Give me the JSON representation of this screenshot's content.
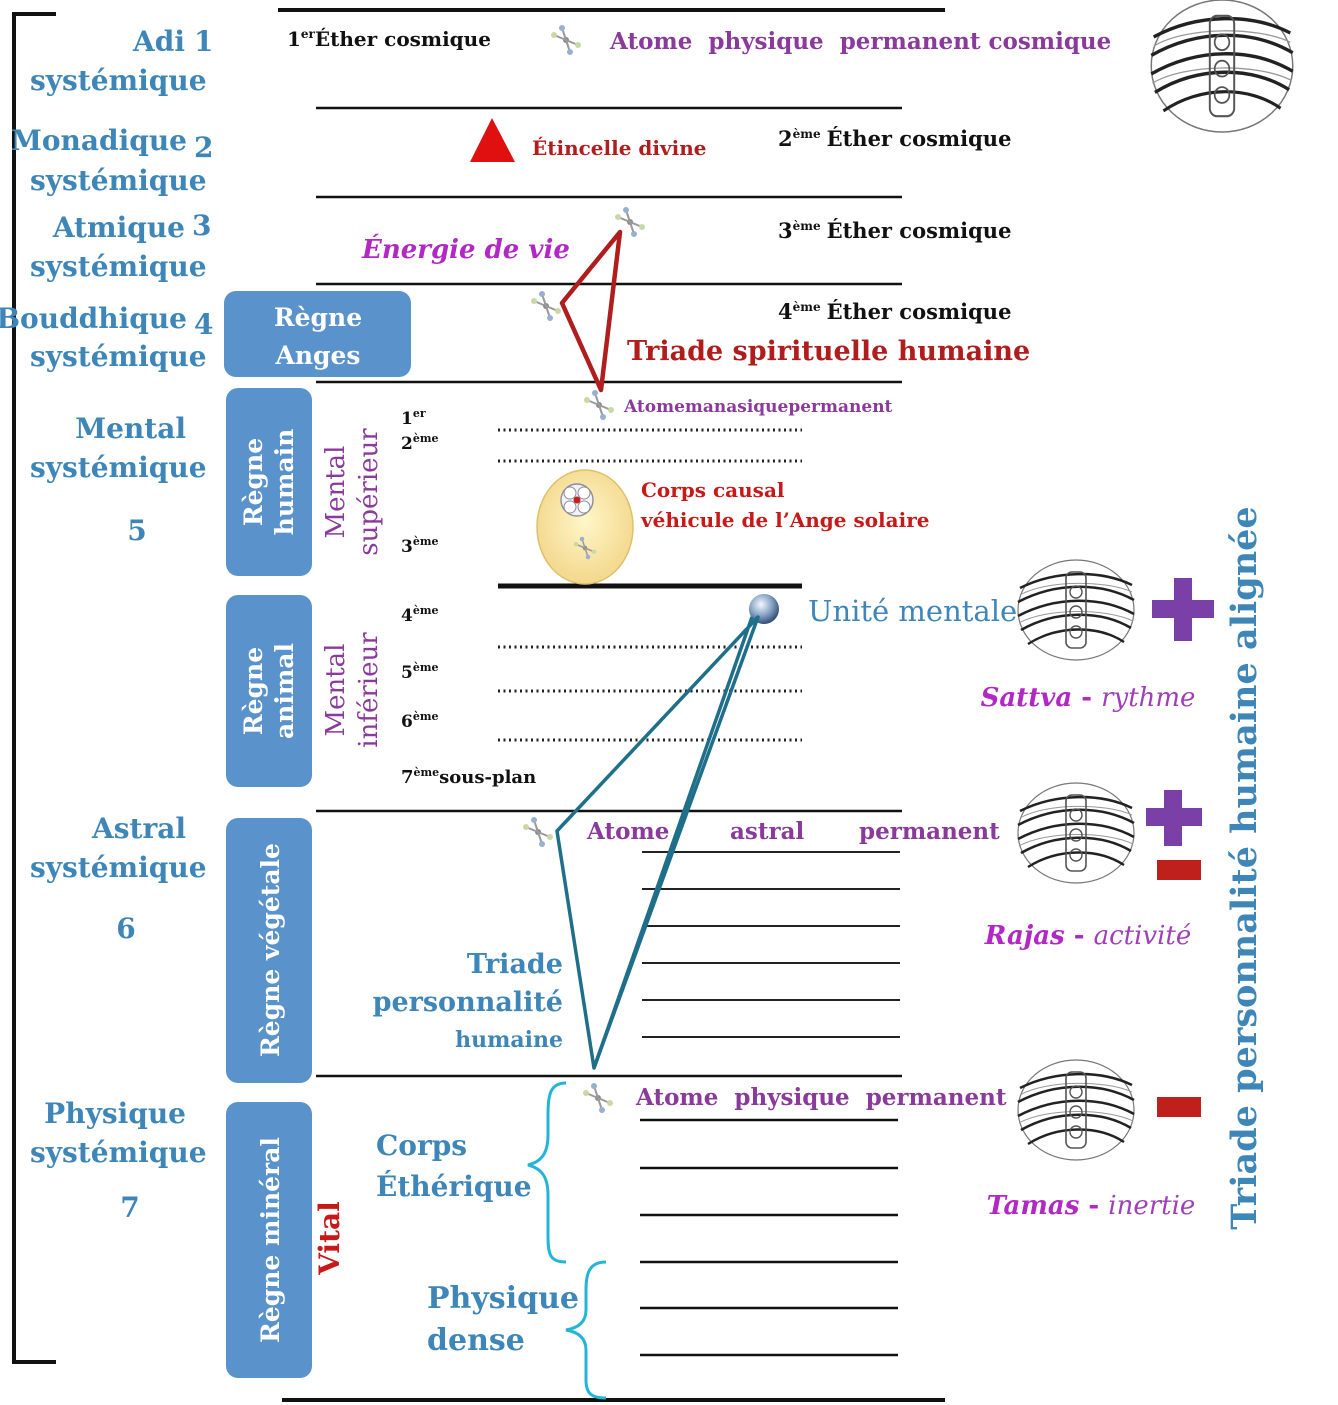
{
  "planes": [
    {
      "name": "Adi",
      "number": "1",
      "word": "systémique"
    },
    {
      "name": "Monadique",
      "number": "2",
      "word": "systémique"
    },
    {
      "name": "Atmique",
      "number": "3",
      "word": "systémique"
    },
    {
      "name": "Bouddhique",
      "number": "4",
      "word": "systémique"
    },
    {
      "name": "Mental",
      "word": "systémique",
      "number": "5"
    },
    {
      "name": "Astral",
      "word": "systémique",
      "number": "6"
    },
    {
      "name": "Physique",
      "word": "systémique",
      "number": "7"
    }
  ],
  "kingdoms": {
    "anges": [
      "Règne",
      "Anges"
    ],
    "humain": [
      "Règne",
      "humain"
    ],
    "animal": [
      "Règne",
      "animal"
    ],
    "vegetal": "Règne végétale",
    "mineral": "Règne minéral"
  },
  "ethers": {
    "e1_sup": "er",
    "e1": "1",
    "e1_text": "Éther cosmique",
    "e2_sup": "ème",
    "e2": "2",
    "e2_text": "Éther cosmique",
    "e3_sup": "ème",
    "e3": "3",
    "e3_text": "Éther cosmique",
    "e4_sup": "ème",
    "e4": "4",
    "e4_text": "Éther cosmique"
  },
  "atoms": {
    "cosmic": "Atome  physique  permanent cosmique",
    "manasic": "Atomemanasiquepermanent",
    "astral_w1": "Atome",
    "astral_w2": "astral",
    "astral_w3": "permanent",
    "physical": "Atome  physique  permanent"
  },
  "labels": {
    "etincelle": "Étincelle divine",
    "energie": "Énergie de vie",
    "triade_spirituelle": "Triade spirituelle humaine",
    "corps_causal_1": "Corps causal",
    "corps_causal_2": "véhicule de l’Ange solaire",
    "unite_mentale": "Unité mentale",
    "mental_sup_1": "Mental",
    "mental_sup_2": "supérieur",
    "mental_inf_1": "Mental",
    "mental_inf_2": "inférieur",
    "triade_perso_1": "Triade",
    "triade_perso_2": "personnalité",
    "triade_perso_3": "humaine",
    "corps_eth_1": "Corps",
    "corps_eth_2": "Éthérique",
    "physique_dense_1": "Physique",
    "physique_dense_2": "dense",
    "vital": "Vital",
    "right_vertical": "Triade personnalité humaine alignée"
  },
  "subplanes": {
    "s1": "1",
    "s1_sup": "er",
    "s2": "2",
    "s2_sup": "ème",
    "s3": "3",
    "s3_sup": "ème",
    "s4": "4",
    "s4_sup": "ème",
    "s5": "5",
    "s5_sup": "ème",
    "s6": "6",
    "s6_sup": "ème",
    "s7": "7",
    "s7_sup": "ème",
    "s7_text": "sous-plan"
  },
  "gunas": [
    {
      "name": "Sattva",
      "sep": " - ",
      "attr": "rythme",
      "signs": "+"
    },
    {
      "name": "Rajas",
      "sep": " - ",
      "attr": "activité",
      "signs": "+/-"
    },
    {
      "name": "Tamas",
      "sep": " - ",
      "attr": "inertie",
      "signs": "-"
    }
  ],
  "colors": {
    "blue_label": "#3e86b8",
    "kingdom_box": "#5a93cc",
    "purple": "#8a3a9a",
    "red": "#c91818",
    "triad_line": "#1f6f8b",
    "brace": "#22b5d8",
    "plus": "#7b3fa8",
    "minus": "#c0201c"
  }
}
